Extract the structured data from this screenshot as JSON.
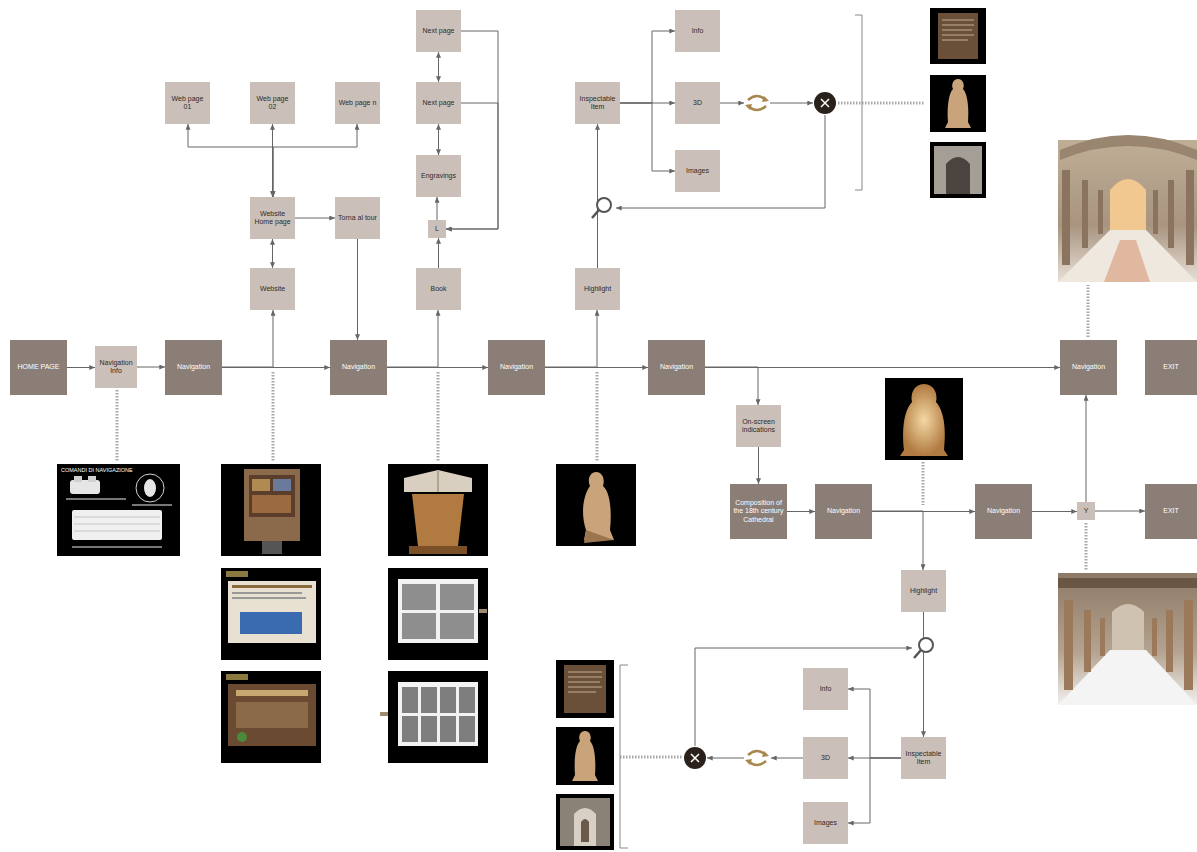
{
  "diagram": {
    "nodes": [
      {
        "text": [
          "HOME PAGE"
        ]
      },
      {
        "text": [
          "Navigation Info"
        ]
      },
      {
        "text": [
          "Navigation"
        ]
      },
      {
        "text": [
          "Website"
        ]
      },
      {
        "text": [
          "Website Home page"
        ]
      },
      {
        "text": [
          "Torna al tour"
        ]
      },
      {
        "text": [
          "Web page 01"
        ]
      },
      {
        "text": [
          "Web page 02"
        ]
      },
      {
        "text": [
          "Web page n"
        ]
      },
      {
        "text": [
          "Navigation"
        ]
      },
      {
        "text": [
          "Book"
        ]
      },
      {
        "text": [
          "L"
        ]
      },
      {
        "text": [
          "Engravings"
        ]
      },
      {
        "text": [
          "Next page"
        ]
      },
      {
        "text": [
          "Next page"
        ]
      },
      {
        "text": [
          "Navigation"
        ]
      },
      {
        "text": [
          "Highlight"
        ]
      },
      {
        "text": [
          "Inspectable Item"
        ]
      },
      {
        "text": [
          "Info"
        ]
      },
      {
        "text": [
          "3D"
        ]
      },
      {
        "text": [
          "Images"
        ]
      },
      {
        "text": [
          "Navigation"
        ]
      },
      {
        "text": [
          "On-screen indications"
        ]
      },
      {
        "text": [
          "Composition of the 18th century Cathedral"
        ]
      },
      {
        "text": [
          "Navigation"
        ]
      },
      {
        "text": [
          "Navigation"
        ]
      },
      {
        "text": [
          "Y"
        ]
      },
      {
        "text": [
          "EXIT"
        ]
      },
      {
        "text": [
          "Navigation"
        ]
      },
      {
        "text": [
          "EXIT"
        ]
      },
      {
        "text": [
          "Highlight"
        ]
      },
      {
        "text": [
          "Inspectable Item"
        ]
      },
      {
        "text": [
          "Info"
        ]
      },
      {
        "text": [
          "3D"
        ]
      },
      {
        "text": [
          "Images"
        ]
      }
    ],
    "edges": [
      {
        "from": 0,
        "to": 1,
        "arrow": "to"
      },
      {
        "from": 1,
        "to": 2,
        "arrow": "to"
      },
      {
        "from": 2,
        "to": 3,
        "arrow": "to"
      },
      {
        "from": 2,
        "to": 9,
        "arrow": "to"
      },
      {
        "from": 3,
        "to": 4,
        "arrow": "both"
      },
      {
        "from": 4,
        "to": 5,
        "arrow": "to"
      },
      {
        "from": 4,
        "to": 6,
        "arrow": "both"
      },
      {
        "from": 4,
        "to": 7,
        "arrow": "both"
      },
      {
        "from": 4,
        "to": 8,
        "arrow": "both"
      },
      {
        "from": 5,
        "to": 9,
        "arrow": "to"
      },
      {
        "from": 9,
        "to": 10,
        "arrow": "to"
      },
      {
        "from": 9,
        "to": 15,
        "arrow": "to"
      },
      {
        "from": 10,
        "to": 11,
        "arrow": "to"
      },
      {
        "from": 11,
        "to": 12,
        "arrow": "to"
      },
      {
        "from": 12,
        "to": 13,
        "arrow": "both"
      },
      {
        "from": 13,
        "to": 14,
        "arrow": "both"
      },
      {
        "from": 14,
        "to": 11,
        "arrow": "to"
      },
      {
        "from": 13,
        "to": 11,
        "arrow": "to"
      },
      {
        "from": 15,
        "to": 16,
        "arrow": "to"
      },
      {
        "from": 15,
        "to": 21,
        "arrow": "to"
      },
      {
        "from": 16,
        "to": 17,
        "arrow": "to"
      },
      {
        "from": 17,
        "to": 18,
        "arrow": "to"
      },
      {
        "from": 17,
        "to": 19,
        "arrow": "to"
      },
      {
        "from": 17,
        "to": 20,
        "arrow": "to"
      },
      {
        "from": 21,
        "to": 28,
        "arrow": "to"
      },
      {
        "from": 21,
        "to": 22,
        "arrow": "to"
      },
      {
        "from": 22,
        "to": 23,
        "arrow": "to"
      },
      {
        "from": 23,
        "to": 24,
        "arrow": "to"
      },
      {
        "from": 24,
        "to": 25,
        "arrow": "to"
      },
      {
        "from": 24,
        "to": 30,
        "arrow": "to"
      },
      {
        "from": 30,
        "to": 31,
        "arrow": "to"
      },
      {
        "from": 31,
        "to": 32,
        "arrow": "to"
      },
      {
        "from": 31,
        "to": 33,
        "arrow": "to"
      },
      {
        "from": 31,
        "to": 34,
        "arrow": "to"
      },
      {
        "from": 25,
        "to": 26,
        "arrow": "to"
      },
      {
        "from": 26,
        "to": 27,
        "arrow": "to"
      },
      {
        "from": 26,
        "to": 28,
        "arrow": "to"
      }
    ],
    "labels": [
      "COMANDI DI NAVIGAZIONE"
    ]
  }
}
